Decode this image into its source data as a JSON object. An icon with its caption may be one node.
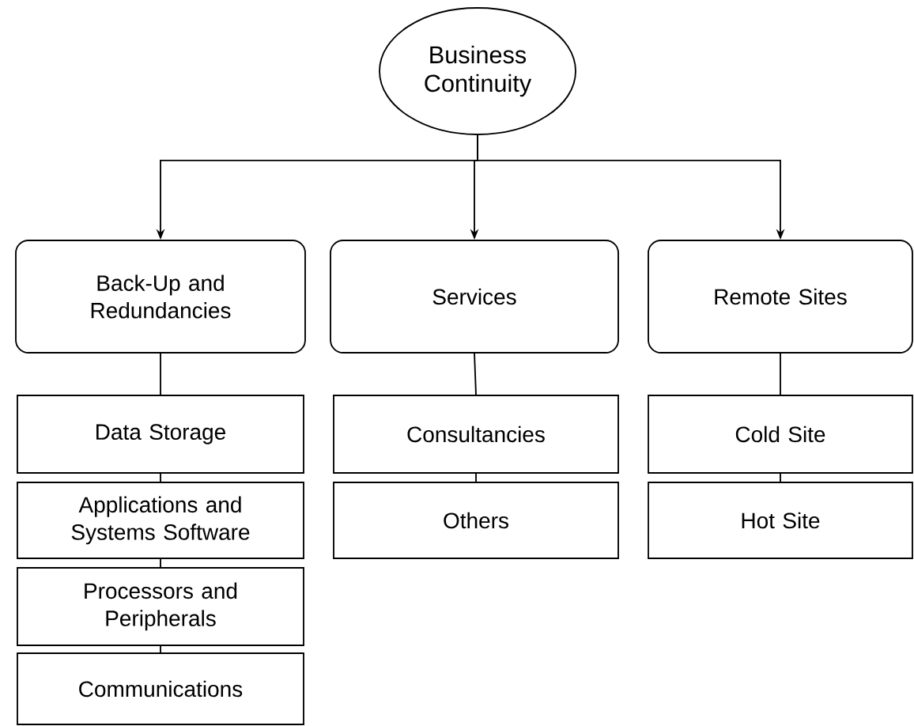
{
  "diagram": {
    "nodes": [
      {
        "text": [
          "Business Continuity"
        ]
      },
      {
        "text": [
          "Back-Up and Redundancies"
        ]
      },
      {
        "text": [
          "Services"
        ]
      },
      {
        "text": [
          "Remote Sites"
        ]
      },
      {
        "text": [
          "Data Storage"
        ]
      },
      {
        "text": [
          "Applications and Systems Software"
        ]
      },
      {
        "text": [
          "Processors and Peripherals"
        ]
      },
      {
        "text": [
          "Communications"
        ]
      },
      {
        "text": [
          "Consultancies"
        ]
      },
      {
        "text": [
          "Others"
        ]
      },
      {
        "text": [
          "Cold Site"
        ]
      },
      {
        "text": [
          "Hot Site"
        ]
      }
    ],
    "edges": [
      {
        "from": 0,
        "to": 1,
        "arrow": "to"
      },
      {
        "from": 0,
        "to": 2,
        "arrow": "to"
      },
      {
        "from": 0,
        "to": 3,
        "arrow": "to"
      },
      {
        "from": 1,
        "to": 4,
        "arrow": "none"
      },
      {
        "from": 4,
        "to": 5,
        "arrow": "none"
      },
      {
        "from": 5,
        "to": 6,
        "arrow": "none"
      },
      {
        "from": 6,
        "to": 7,
        "arrow": "none"
      },
      {
        "from": 2,
        "to": 8,
        "arrow": "none"
      },
      {
        "from": 8,
        "to": 9,
        "arrow": "none"
      },
      {
        "from": 3,
        "to": 10,
        "arrow": "none"
      },
      {
        "from": 10,
        "to": 11,
        "arrow": "none"
      }
    ]
  }
}
